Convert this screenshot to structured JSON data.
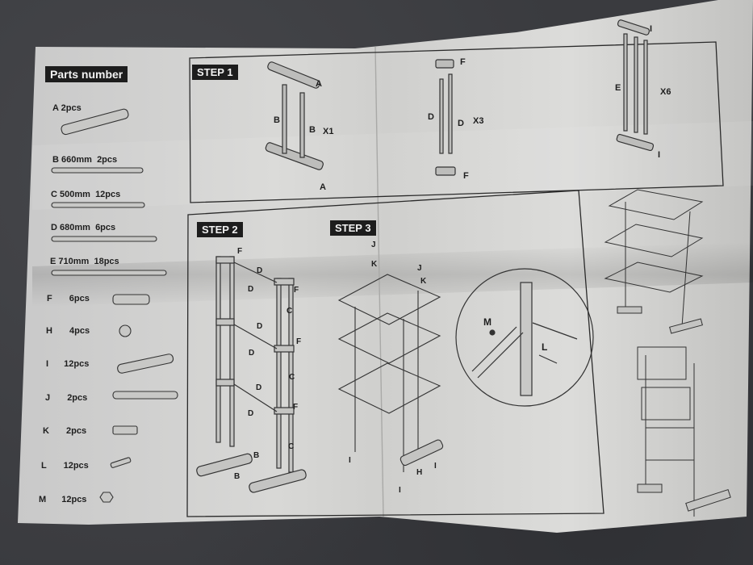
{
  "parts_header": "Parts number",
  "parts": [
    {
      "id": "A",
      "size": "",
      "qty": "2pcs"
    },
    {
      "id": "B",
      "size": "660mm",
      "qty": "2pcs"
    },
    {
      "id": "C",
      "size": "500mm",
      "qty": "12pcs"
    },
    {
      "id": "D",
      "size": "680mm",
      "qty": "6pcs"
    },
    {
      "id": "E",
      "size": "710mm",
      "qty": "18pcs"
    },
    {
      "id": "F",
      "size": "",
      "qty": "6pcs"
    },
    {
      "id": "H",
      "size": "",
      "qty": "4pcs"
    },
    {
      "id": "I",
      "size": "",
      "qty": "12pcs"
    },
    {
      "id": "J",
      "size": "",
      "qty": "2pcs"
    },
    {
      "id": "K",
      "size": "",
      "qty": "2pcs"
    },
    {
      "id": "L",
      "size": "",
      "qty": "12pcs"
    },
    {
      "id": "M",
      "size": "",
      "qty": "12pcs"
    }
  ],
  "steps": {
    "step1": "STEP 1",
    "step2": "STEP 2",
    "step3": "STEP 3"
  },
  "step1_labels": {
    "a_top": "A",
    "a_bottom": "A",
    "b_left": "B",
    "b_right": "B",
    "x1": "X1",
    "f_top": "F",
    "f_bottom": "F",
    "d_left": "D",
    "d_right": "D",
    "x3": "X3",
    "i_top": "I",
    "i_bottom": "I",
    "e": "E",
    "x6": "X6"
  },
  "step2_labels": {
    "f1": "F",
    "f2": "F",
    "f3": "F",
    "f4": "F",
    "d1": "D",
    "d2": "D",
    "d3": "D",
    "d4": "D",
    "d5": "D",
    "d6": "D",
    "c1": "C",
    "c2": "C",
    "c3": "C",
    "b1": "B",
    "b2": "B"
  },
  "step3_labels": {
    "j1": "J",
    "k1": "K",
    "j2": "J",
    "k2": "K",
    "m": "M",
    "l": "L",
    "h": "H",
    "i1": "I",
    "i2": "I",
    "i3": "I"
  }
}
